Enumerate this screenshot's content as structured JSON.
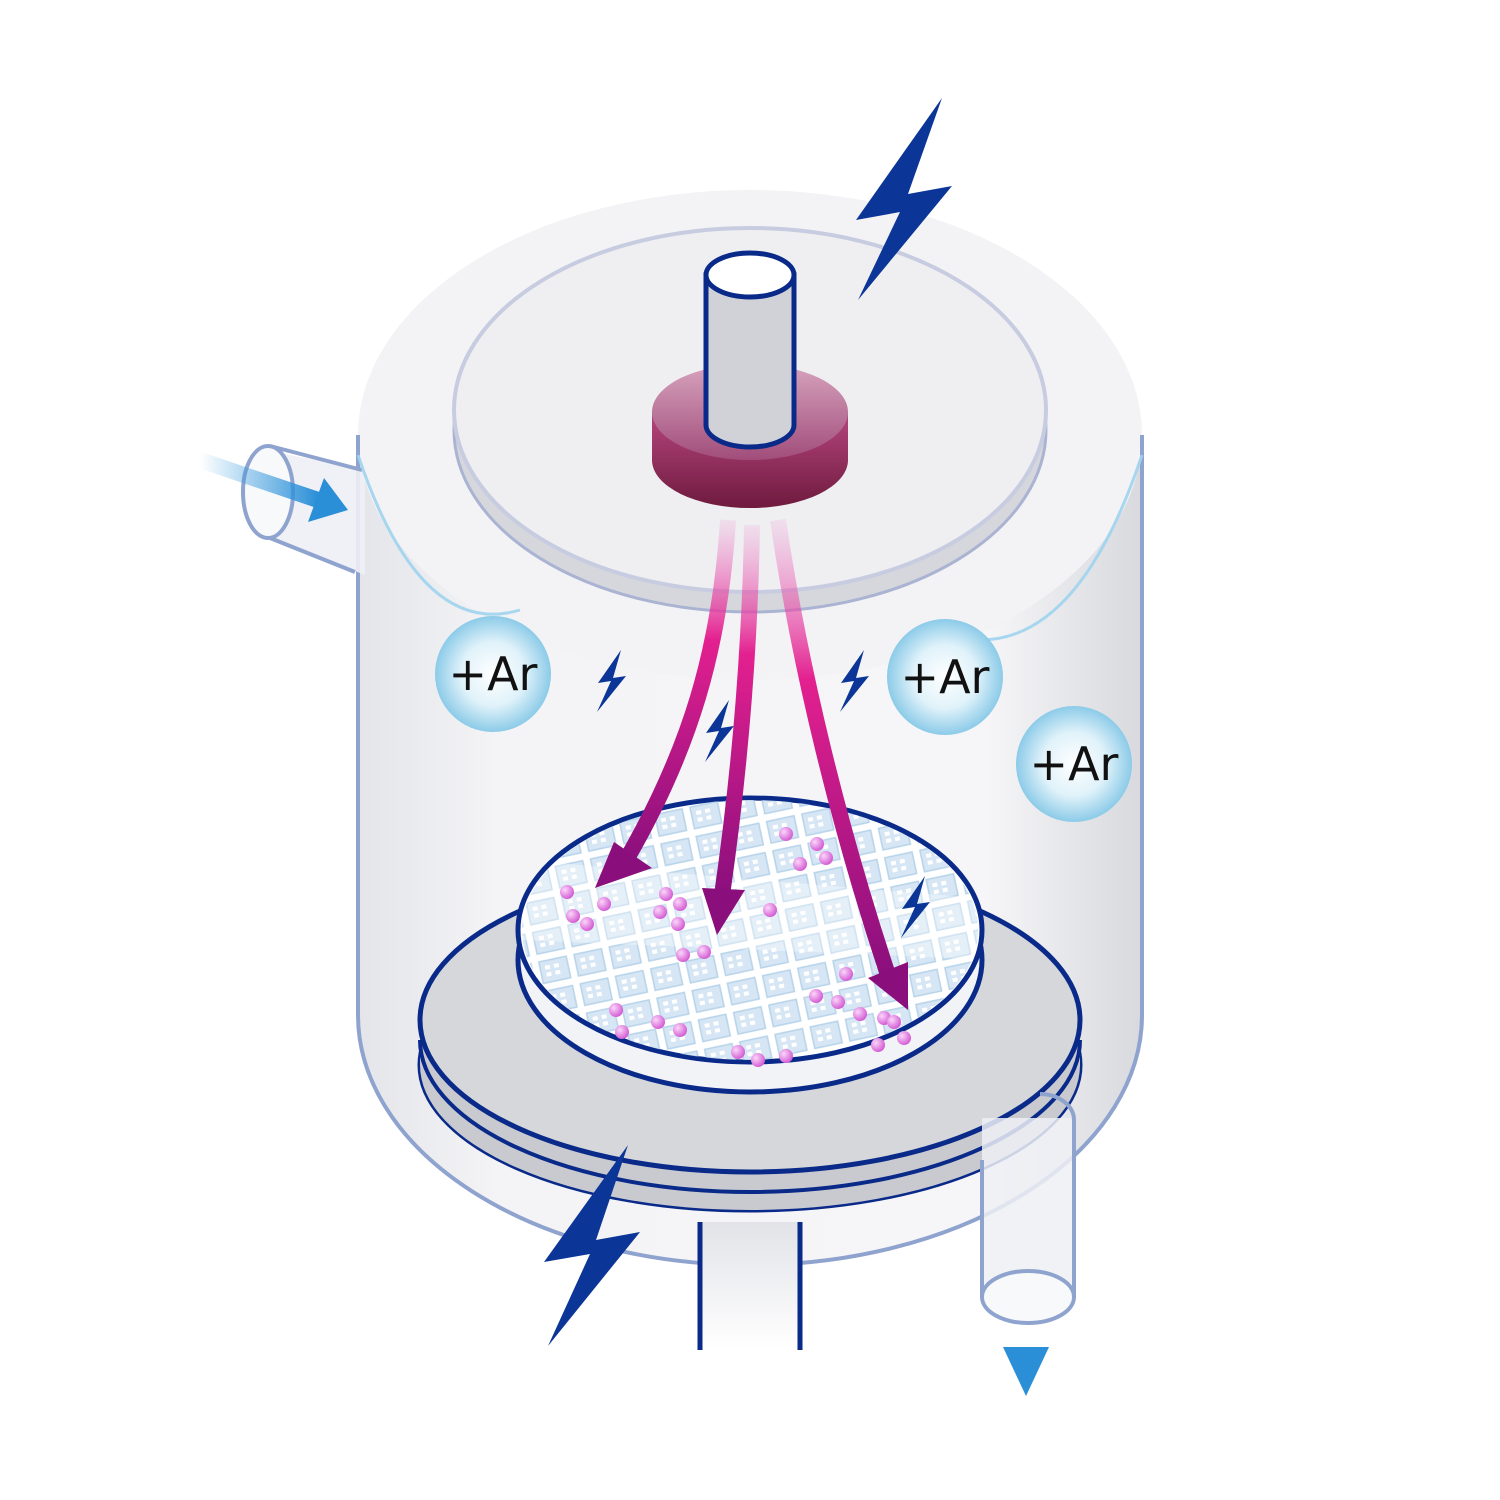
{
  "ions": [
    {
      "label": "+Ar"
    },
    {
      "label": "+Ar"
    },
    {
      "label": "+Ar"
    }
  ],
  "icons": [
    "lightning-bolt-icon",
    "gas-flow-arrow-icon"
  ],
  "colors": {
    "chamber_outline": "#8fa3cf",
    "dark_blue": "#0a2a8a",
    "bolt": "#0b3596",
    "target": "#a3456f",
    "magenta": "#b0198a",
    "ion_fill": "#9ed4ea",
    "flow": "#3a9fe0",
    "wafer_grid": "#a9cbe6",
    "dot": "#e070dc"
  }
}
